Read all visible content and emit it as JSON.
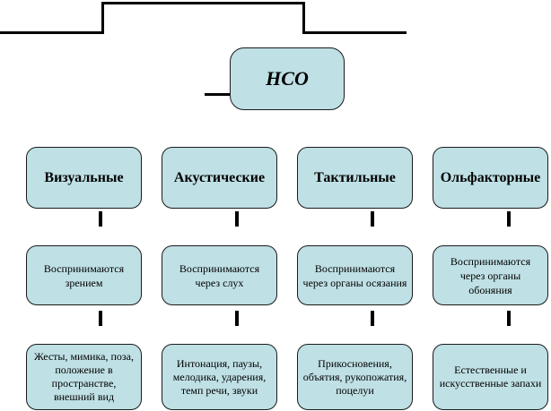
{
  "root": {
    "label": "НСО"
  },
  "columns": [
    {
      "category": "Визуальные",
      "perception": "Воспринимаются зрением",
      "examples": "Жесты, мимика, поза, положение в пространстве, внешний вид"
    },
    {
      "category": "Акустические",
      "perception": "Воспринимаются через слух",
      "examples": "Интонация, паузы, мелодика, ударения, темп речи, звуки"
    },
    {
      "category": "Тактильные",
      "perception": "Воспринимаются через органы осязания",
      "examples": "Прикосновения, объятия, рукопожатия, поцелуи"
    },
    {
      "category": "Ольфакторные",
      "perception": "Воспринимаются через органы обоняния",
      "examples": "Естественные и искусственные запахи"
    }
  ]
}
